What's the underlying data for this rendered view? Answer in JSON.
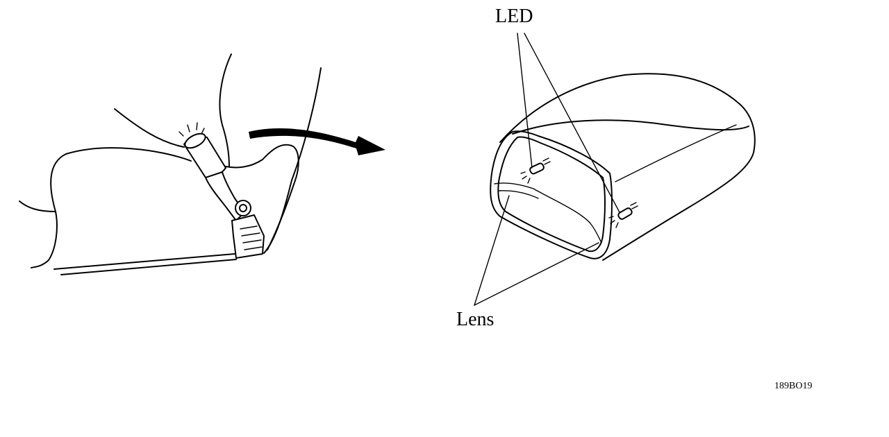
{
  "labels": {
    "led": "LED",
    "lens": "Lens",
    "figure_code": "189BO19"
  },
  "colors": {
    "line": "#000000",
    "background": "#ffffff"
  },
  "icons": [
    "curved-arrow-icon",
    "led-glow-icon"
  ]
}
